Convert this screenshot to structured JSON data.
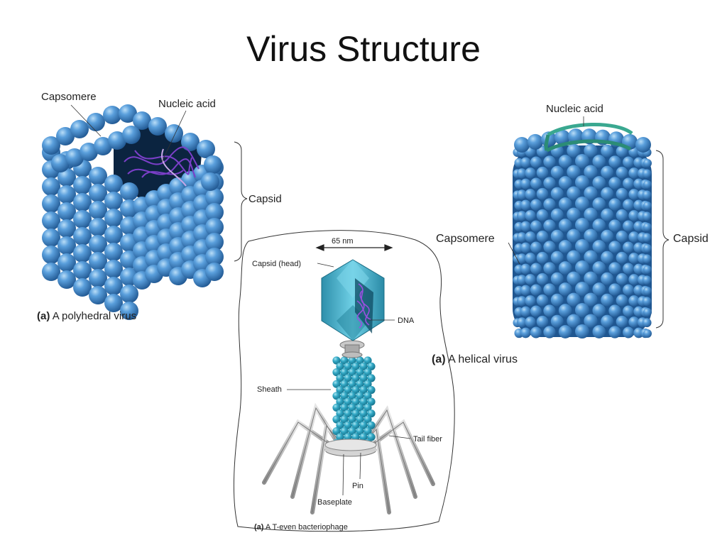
{
  "title": "Virus Structure",
  "polyhedral": {
    "capsomere_label": "Capsomere",
    "nucleic_acid_label": "Nucleic acid",
    "capsid_label": "Capsid",
    "caption_prefix": "(a)",
    "caption_text": "A polyhedral virus"
  },
  "bacteriophage": {
    "width_label": "65 nm",
    "capsid_label": "Capsid (head)",
    "dna_label": "DNA",
    "sheath_label": "Sheath",
    "tail_fiber_label": "Tail fiber",
    "pin_label": "Pin",
    "baseplate_label": "Baseplate",
    "caption_prefix": "(a)",
    "caption_text": "A T-even bacteriophage"
  },
  "helical": {
    "nucleic_acid_label": "Nucleic acid",
    "capsomere_label": "Capsomere",
    "capsid_label": "Capsid",
    "caption_prefix": "(a)",
    "caption_text": "A helical virus"
  },
  "colors": {
    "capsomere": "#4a8fd0",
    "capsomere_dark": "#1f5690",
    "capsomere_light": "#a9d1f2",
    "phage_head": "#3ba7c4",
    "phage_sheath": "#2f9fbf",
    "nucleic_acid": "#7b3fc9",
    "helix_ribbon": "#3aa890",
    "fiber": "#b8b8b8"
  }
}
